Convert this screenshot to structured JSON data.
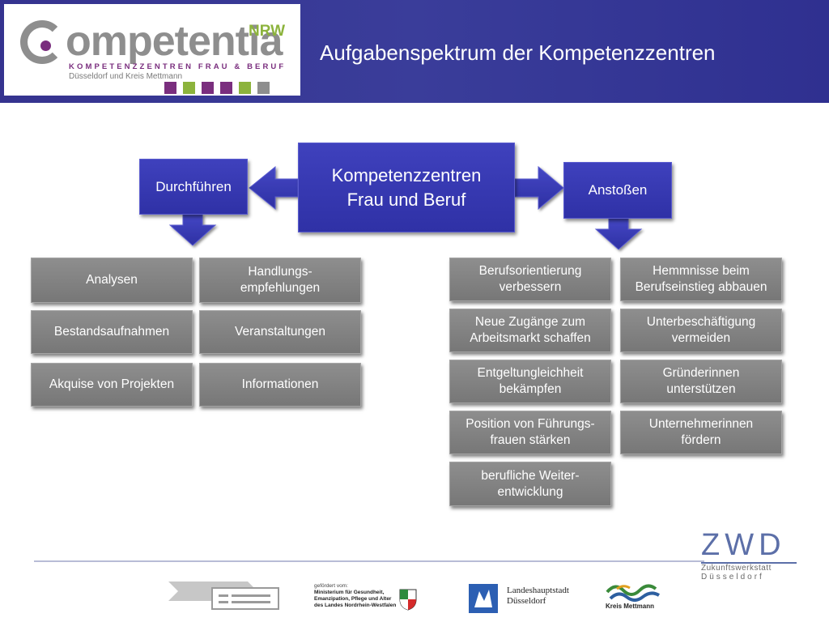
{
  "header": {
    "title": "Aufgabenspektrum der Kompetenzzentren",
    "logo": {
      "brand": "ompetentia",
      "superscript": "NRW",
      "tagline": "KOMPETENZZENTREN FRAU & BERUF",
      "region": "Düsseldorf und Kreis Mettmann",
      "squares": [
        "#7a2e7e",
        "#8cb33c",
        "#7a2e7e",
        "#7a2e7e",
        "#8cb33c",
        "#8e8e8e"
      ]
    }
  },
  "diagram": {
    "center": {
      "line1": "Kompetenzzentren",
      "line2": "Frau und Beruf"
    },
    "left_branch": "Durchführen",
    "right_branch": "Anstoßen",
    "left_items": [
      {
        "line1": "Analysen",
        "line2": ""
      },
      {
        "line1": "Handlungs-",
        "line2": "empfehlungen"
      },
      {
        "line1": "Bestandsaufnahmen",
        "line2": ""
      },
      {
        "line1": "Veranstaltungen",
        "line2": ""
      },
      {
        "line1": "Akquise von Projekten",
        "line2": ""
      },
      {
        "line1": "Informationen",
        "line2": ""
      }
    ],
    "right_items": [
      {
        "line1": "Berufsorientierung",
        "line2": "verbessern"
      },
      {
        "line1": "Hemmnisse beim",
        "line2": "Berufseinstieg abbauen"
      },
      {
        "line1": "Neue Zugänge zum",
        "line2": "Arbeitsmarkt schaffen"
      },
      {
        "line1": "Unterbeschäftigung",
        "line2": "vermeiden"
      },
      {
        "line1": "Entgeltungleichheit",
        "line2": "bekämpfen"
      },
      {
        "line1": "Gründerinnen",
        "line2": "unterstützen"
      },
      {
        "line1": "Position von Führungs-",
        "line2": "frauen stärken"
      },
      {
        "line1": "Unternehmerinnen",
        "line2": "fördern"
      },
      {
        "line1": "berufliche Weiter-",
        "line2": "entwicklung"
      }
    ]
  },
  "footer": {
    "zwd": {
      "big": "ZWD",
      "line1": "Zukunftswerkstatt",
      "line2": "Düsseldorf"
    },
    "ministry": {
      "heading": "gefördert vom:",
      "lines": [
        "Ministerium für Gesundheit,",
        "Emanzipation, Pflege und Alter",
        "des Landes Nordrhein-Westfalen"
      ]
    },
    "city": {
      "line1": "Landeshauptstadt",
      "line2": "Düsseldorf"
    },
    "kreis": "Kreis Mettmann"
  },
  "colors": {
    "header_blue": "#35338f",
    "box_blue": "#3334ad",
    "box_gray": "#808080",
    "accent_purple": "#7a2e7e",
    "accent_green": "#8cb33c"
  }
}
